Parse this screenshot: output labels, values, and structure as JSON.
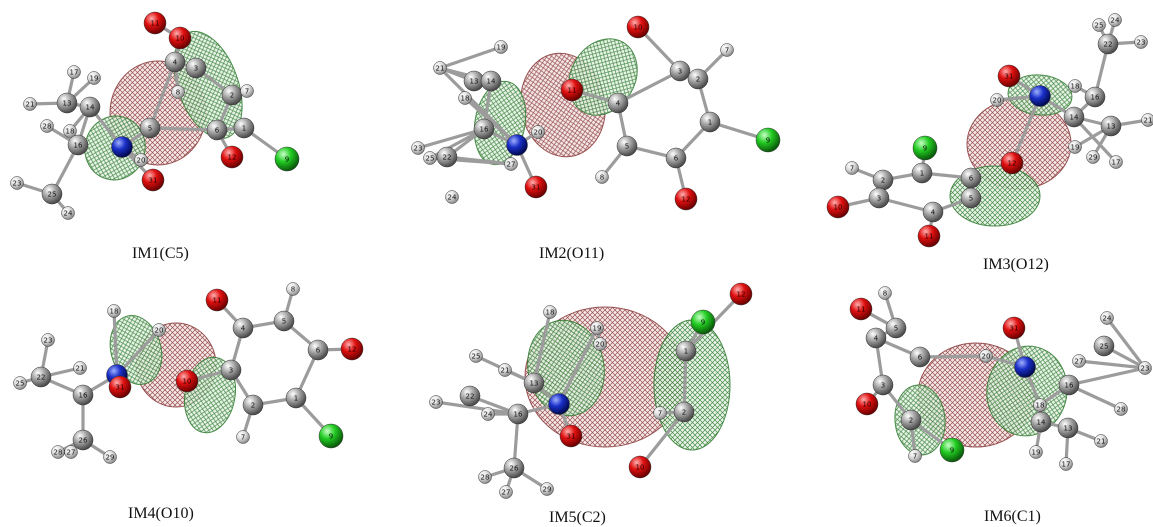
{
  "colors": {
    "carbon": "#9a9a9a",
    "hydrogen": "#e8e8e8",
    "oxygen": "#d41010",
    "nitrogen": "#1a2fc8",
    "chlorine": "#22cc22",
    "lobe_red": "#8a3a3a",
    "lobe_green": "#2f7a2f",
    "bond": "#9c9c9c"
  },
  "panels": [
    {
      "id": "IM1",
      "label": "IM1(C5)",
      "atoms": [
        {
          "n": "11",
          "e": "O"
        },
        {
          "n": "10",
          "e": "O"
        },
        {
          "n": "4",
          "e": "C"
        },
        {
          "n": "8",
          "e": "H"
        },
        {
          "n": "3",
          "e": "C"
        },
        {
          "n": "2",
          "e": "C"
        },
        {
          "n": "7",
          "e": "H"
        },
        {
          "n": "6",
          "e": "C"
        },
        {
          "n": "1",
          "e": "C"
        },
        {
          "n": "9",
          "e": "Cl"
        },
        {
          "n": "12",
          "e": "O"
        },
        {
          "n": "5",
          "e": "C"
        },
        {
          "n": "N",
          "e": "N"
        },
        {
          "n": "20",
          "e": "H"
        },
        {
          "n": "31",
          "e": "O"
        },
        {
          "n": "17",
          "e": "H"
        },
        {
          "n": "19",
          "e": "H"
        },
        {
          "n": "13",
          "e": "C"
        },
        {
          "n": "21",
          "e": "H"
        },
        {
          "n": "14",
          "e": "C"
        },
        {
          "n": "28",
          "e": "H"
        },
        {
          "n": "18",
          "e": "H"
        },
        {
          "n": "16",
          "e": "C"
        },
        {
          "n": "23",
          "e": "H"
        },
        {
          "n": "25",
          "e": "C"
        },
        {
          "n": "24",
          "e": "H"
        }
      ]
    },
    {
      "id": "IM2",
      "label": "IM2(O11)",
      "atoms": [
        {
          "n": "10",
          "e": "O"
        },
        {
          "n": "7",
          "e": "H"
        },
        {
          "n": "3",
          "e": "C"
        },
        {
          "n": "2",
          "e": "C"
        },
        {
          "n": "4",
          "e": "C"
        },
        {
          "n": "11",
          "e": "O"
        },
        {
          "n": "1",
          "e": "C"
        },
        {
          "n": "9",
          "e": "Cl"
        },
        {
          "n": "5",
          "e": "C"
        },
        {
          "n": "6",
          "e": "C"
        },
        {
          "n": "8",
          "e": "H"
        },
        {
          "n": "12",
          "e": "O"
        },
        {
          "n": "19",
          "e": "H"
        },
        {
          "n": "21",
          "e": "H"
        },
        {
          "n": "13",
          "e": "C"
        },
        {
          "n": "14",
          "e": "C"
        },
        {
          "n": "18",
          "e": "H"
        },
        {
          "n": "20",
          "e": "H"
        },
        {
          "n": "N",
          "e": "N"
        },
        {
          "n": "16",
          "e": "C"
        },
        {
          "n": "23",
          "e": "H"
        },
        {
          "n": "22",
          "e": "C"
        },
        {
          "n": "25",
          "e": "H"
        },
        {
          "n": "27",
          "e": "H"
        },
        {
          "n": "31",
          "e": "O"
        },
        {
          "n": "24",
          "e": "H"
        }
      ]
    },
    {
      "id": "IM3",
      "label": "IM3(O12)",
      "atoms": [
        {
          "n": "24",
          "e": "H"
        },
        {
          "n": "25",
          "e": "H"
        },
        {
          "n": "22",
          "e": "C"
        },
        {
          "n": "23",
          "e": "H"
        },
        {
          "n": "31",
          "e": "O"
        },
        {
          "n": "20",
          "e": "H"
        },
        {
          "n": "N",
          "e": "N"
        },
        {
          "n": "18",
          "e": "H"
        },
        {
          "n": "16",
          "e": "C"
        },
        {
          "n": "14",
          "e": "C"
        },
        {
          "n": "13",
          "e": "C"
        },
        {
          "n": "21",
          "e": "H"
        },
        {
          "n": "19",
          "e": "H"
        },
        {
          "n": "29",
          "e": "H"
        },
        {
          "n": "17",
          "e": "H"
        },
        {
          "n": "12",
          "e": "O"
        },
        {
          "n": "9",
          "e": "Cl"
        },
        {
          "n": "1",
          "e": "C"
        },
        {
          "n": "6",
          "e": "C"
        },
        {
          "n": "7",
          "e": "H"
        },
        {
          "n": "2",
          "e": "C"
        },
        {
          "n": "3",
          "e": "C"
        },
        {
          "n": "5",
          "e": "C"
        },
        {
          "n": "4",
          "e": "C"
        },
        {
          "n": "10",
          "e": "O"
        },
        {
          "n": "11",
          "e": "O"
        }
      ]
    },
    {
      "id": "IM4",
      "label": "IM4(O10)",
      "atoms": [
        {
          "n": "11",
          "e": "O"
        },
        {
          "n": "8",
          "e": "H"
        },
        {
          "n": "4",
          "e": "C"
        },
        {
          "n": "5",
          "e": "C"
        },
        {
          "n": "6",
          "e": "C"
        },
        {
          "n": "12",
          "e": "O"
        },
        {
          "n": "3",
          "e": "C"
        },
        {
          "n": "10",
          "e": "O"
        },
        {
          "n": "2",
          "e": "C"
        },
        {
          "n": "1",
          "e": "C"
        },
        {
          "n": "7",
          "e": "H"
        },
        {
          "n": "9",
          "e": "Cl"
        },
        {
          "n": "18",
          "e": "H"
        },
        {
          "n": "20",
          "e": "H"
        },
        {
          "n": "N",
          "e": "N"
        },
        {
          "n": "31",
          "e": "O"
        },
        {
          "n": "23",
          "e": "H"
        },
        {
          "n": "22",
          "e": "C"
        },
        {
          "n": "21",
          "e": "H"
        },
        {
          "n": "16",
          "e": "C"
        },
        {
          "n": "25",
          "e": "H"
        },
        {
          "n": "26",
          "e": "C"
        },
        {
          "n": "28",
          "e": "H"
        },
        {
          "n": "27",
          "e": "H"
        },
        {
          "n": "29",
          "e": "H"
        }
      ]
    },
    {
      "id": "IM5",
      "label": "IM5(C2)",
      "atoms": [
        {
          "n": "12",
          "e": "O"
        },
        {
          "n": "9",
          "e": "Cl"
        },
        {
          "n": "1",
          "e": "C"
        },
        {
          "n": "18",
          "e": "H"
        },
        {
          "n": "19",
          "e": "H"
        },
        {
          "n": "20",
          "e": "H"
        },
        {
          "n": "25",
          "e": "H"
        },
        {
          "n": "21",
          "e": "H"
        },
        {
          "n": "13",
          "e": "C"
        },
        {
          "n": "23",
          "e": "H"
        },
        {
          "n": "22",
          "e": "C"
        },
        {
          "n": "24",
          "e": "H"
        },
        {
          "n": "N",
          "e": "N"
        },
        {
          "n": "16",
          "e": "C"
        },
        {
          "n": "31",
          "e": "O"
        },
        {
          "n": "7",
          "e": "H"
        },
        {
          "n": "2",
          "e": "C"
        },
        {
          "n": "10",
          "e": "O"
        },
        {
          "n": "26",
          "e": "C"
        },
        {
          "n": "28",
          "e": "H"
        },
        {
          "n": "27",
          "e": "H"
        },
        {
          "n": "29",
          "e": "H"
        }
      ]
    },
    {
      "id": "IM6",
      "label": "IM6(C1)",
      "atoms": [
        {
          "n": "8",
          "e": "H"
        },
        {
          "n": "11",
          "e": "O"
        },
        {
          "n": "5",
          "e": "C"
        },
        {
          "n": "4",
          "e": "C"
        },
        {
          "n": "6",
          "e": "C"
        },
        {
          "n": "3",
          "e": "C"
        },
        {
          "n": "10",
          "e": "O"
        },
        {
          "n": "2",
          "e": "C"
        },
        {
          "n": "7",
          "e": "H"
        },
        {
          "n": "9",
          "e": "Cl"
        },
        {
          "n": "31",
          "e": "O"
        },
        {
          "n": "20",
          "e": "H"
        },
        {
          "n": "N",
          "e": "N"
        },
        {
          "n": "24",
          "e": "H"
        },
        {
          "n": "27",
          "e": "H"
        },
        {
          "n": "25",
          "e": "C"
        },
        {
          "n": "23",
          "e": "H"
        },
        {
          "n": "16",
          "e": "C"
        },
        {
          "n": "28",
          "e": "H"
        },
        {
          "n": "18",
          "e": "H"
        },
        {
          "n": "14",
          "e": "C"
        },
        {
          "n": "13",
          "e": "C"
        },
        {
          "n": "19",
          "e": "H"
        },
        {
          "n": "21",
          "e": "H"
        },
        {
          "n": "17",
          "e": "H"
        }
      ]
    }
  ]
}
